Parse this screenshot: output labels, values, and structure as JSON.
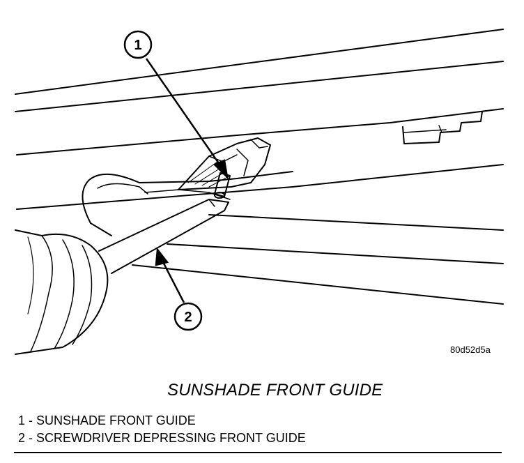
{
  "figure_id": "80d52d5a",
  "title": "SUNSHADE FRONT GUIDE",
  "callouts": [
    "1",
    "2"
  ],
  "legend": [
    "1 - SUNSHADE FRONT GUIDE",
    "2 - SCREWDRIVER DEPRESSING FRONT GUIDE"
  ]
}
